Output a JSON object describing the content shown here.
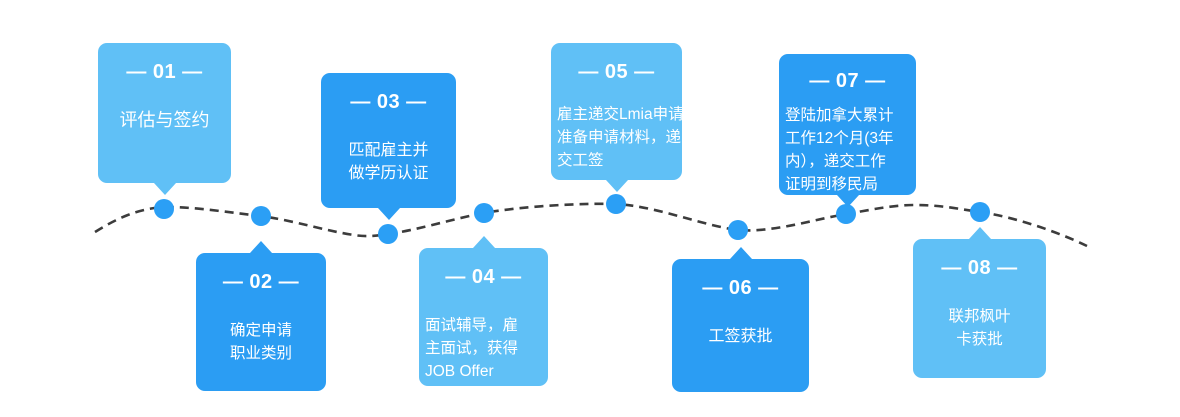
{
  "colors": {
    "box_light": "#60c0f6",
    "box_dark": "#2b9df3",
    "dot": "#2b9ff5",
    "line": "#3c3c3c",
    "text": "#ffffff"
  },
  "steps": [
    {
      "number_label": "— 01 —",
      "title": "评估与签约",
      "tone": "light",
      "position": "above"
    },
    {
      "number_label": "— 02 —",
      "title": "确定申请\n职业类别",
      "tone": "dark",
      "position": "below"
    },
    {
      "number_label": "— 03 —",
      "title": "匹配雇主并\n做学历认证",
      "tone": "dark",
      "position": "above"
    },
    {
      "number_label": "— 04 —",
      "title": "面试辅导，雇\n主面试，获得\nJOB Offer",
      "tone": "light",
      "position": "below"
    },
    {
      "number_label": "— 05 —",
      "title": "雇主递交Lmia申请\n准备申请材料，递\n交工签",
      "tone": "light",
      "position": "above"
    },
    {
      "number_label": "— 06 —",
      "title": "工签获批",
      "tone": "dark",
      "position": "below"
    },
    {
      "number_label": "— 07 —",
      "title": "登陆加拿大累计\n工作12个月(3年\n内），递交工作\n证明到移民局",
      "tone": "dark",
      "position": "above"
    },
    {
      "number_label": "— 08 —",
      "title": "联邦枫叶\n卡获批",
      "tone": "light",
      "position": "below"
    }
  ]
}
